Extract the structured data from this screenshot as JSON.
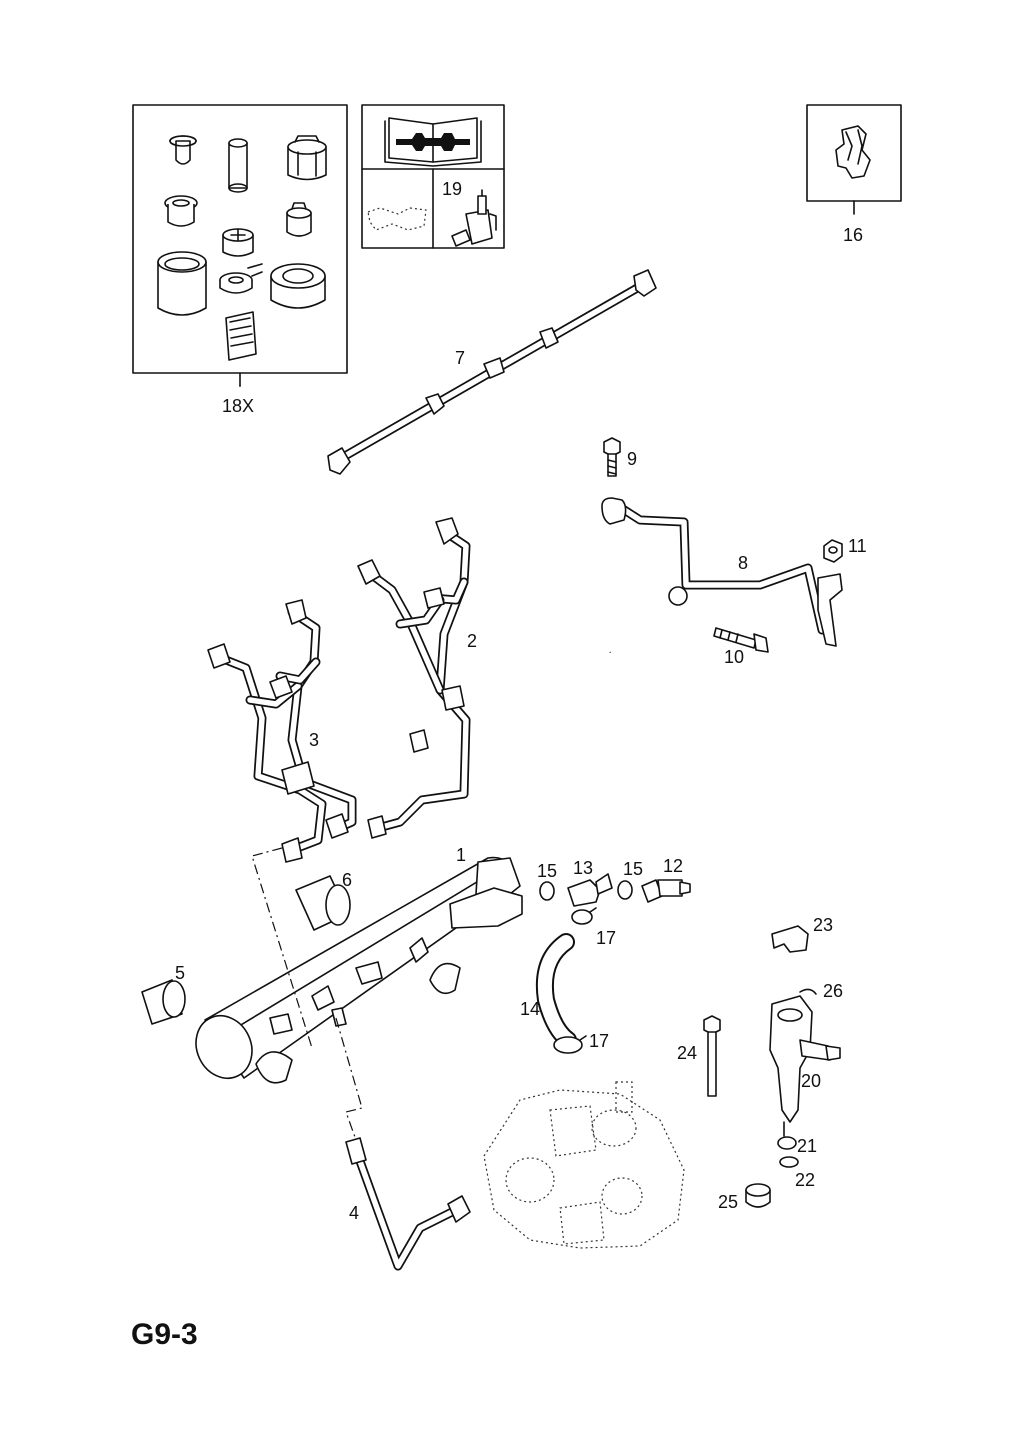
{
  "page": {
    "code": "G9-3"
  },
  "callouts": {
    "kit": "18X",
    "clip_box": "16",
    "manual_item": "19",
    "rail": "1",
    "pipe_2": "2",
    "pipe_3": "3",
    "pipe_4": "4",
    "insulator_5": "5",
    "insulator_6": "6",
    "return_line": "7",
    "bracket_line": "8",
    "bolt_9": "9",
    "bolt_10": "10",
    "nut_11": "11",
    "sensor_12": "12",
    "valve_13": "13",
    "hose_14": "14",
    "seal_15a": "15",
    "seal_15b": "15",
    "clamp_17a": "17",
    "clamp_17b": "17",
    "injector_20": "20",
    "seal_21": "21",
    "washer_22": "22",
    "clamp_23": "23",
    "bolt_24": "24",
    "cap_25": "25",
    "clip_26": "26"
  },
  "colors": {
    "line": "#111111",
    "background": "#ffffff",
    "fill": "#ffffff",
    "shade": "#e6e6e6"
  }
}
